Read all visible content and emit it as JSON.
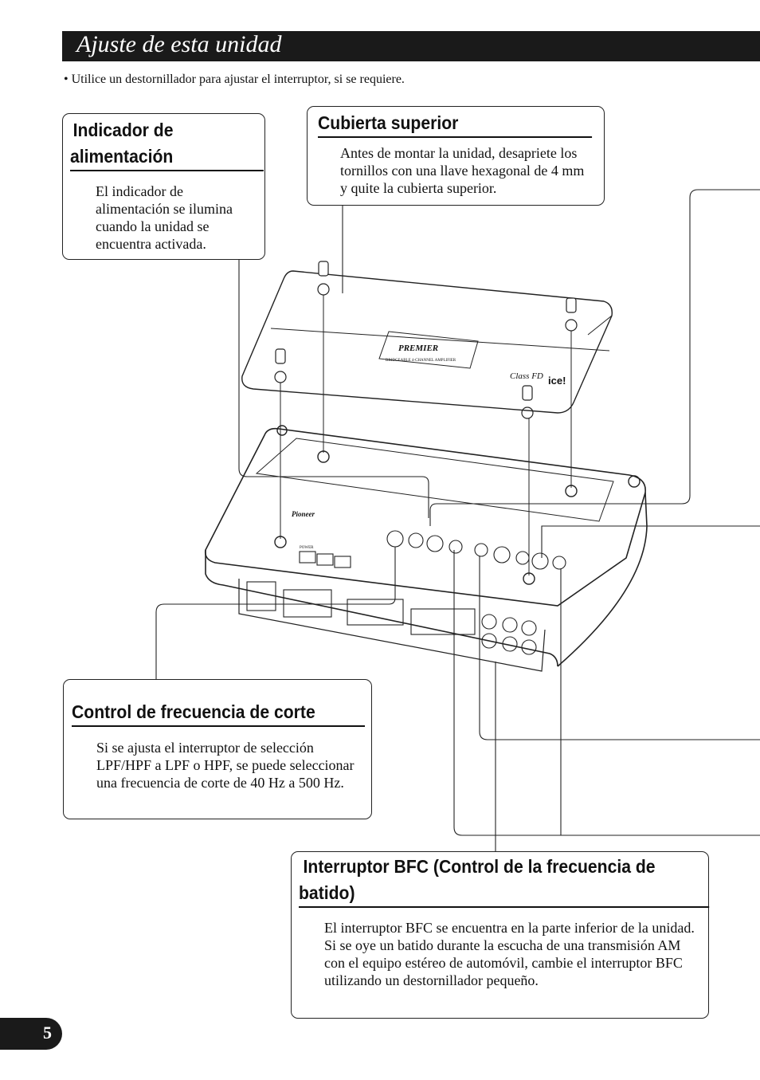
{
  "header": {
    "title": "Ajuste de esta unidad"
  },
  "note": "•  Utilice un destornillador para ajustar el interruptor, si se requiere.",
  "callouts": {
    "power": {
      "title_line1": "Indicador de",
      "title_line2": "alimentación",
      "body": "El indicador de alimentación se ilumina cuando la unidad se encuentra activada."
    },
    "cover": {
      "title": "Cubierta superior",
      "body": "Antes de montar la unidad, desapriete los tornillos con una llave hexagonal de 4 mm y quite la cubierta superior."
    },
    "cutoff": {
      "title": "Control de frecuencia de corte",
      "body": "Si se ajusta el interruptor de selección LPF/HPF a LPF o HPF, se puede seleccionar una frecuencia de corte de 40 Hz a 500 Hz."
    },
    "bfc": {
      "title_line1": "Interruptor BFC (Control de la frecuencia de",
      "title_line2": "batido)",
      "body": "El interruptor BFC se encuentra en la parte inferior de la unidad. Si se oye un batido durante la escucha de una transmisión AM con el equipo estéreo de automóvil, cambie el interruptor BFC utilizando un destornillador pequeño."
    }
  },
  "illustration": {
    "cover_logo": "PREMIER",
    "cover_sub": "BRIDGEABLE 4-CHANNEL AMPLIFIER",
    "class_label": "Class FD",
    "ice_label": "ice!",
    "brand": "Pioneer",
    "power_label": "POWER"
  },
  "footer": {
    "page_number": "5"
  }
}
